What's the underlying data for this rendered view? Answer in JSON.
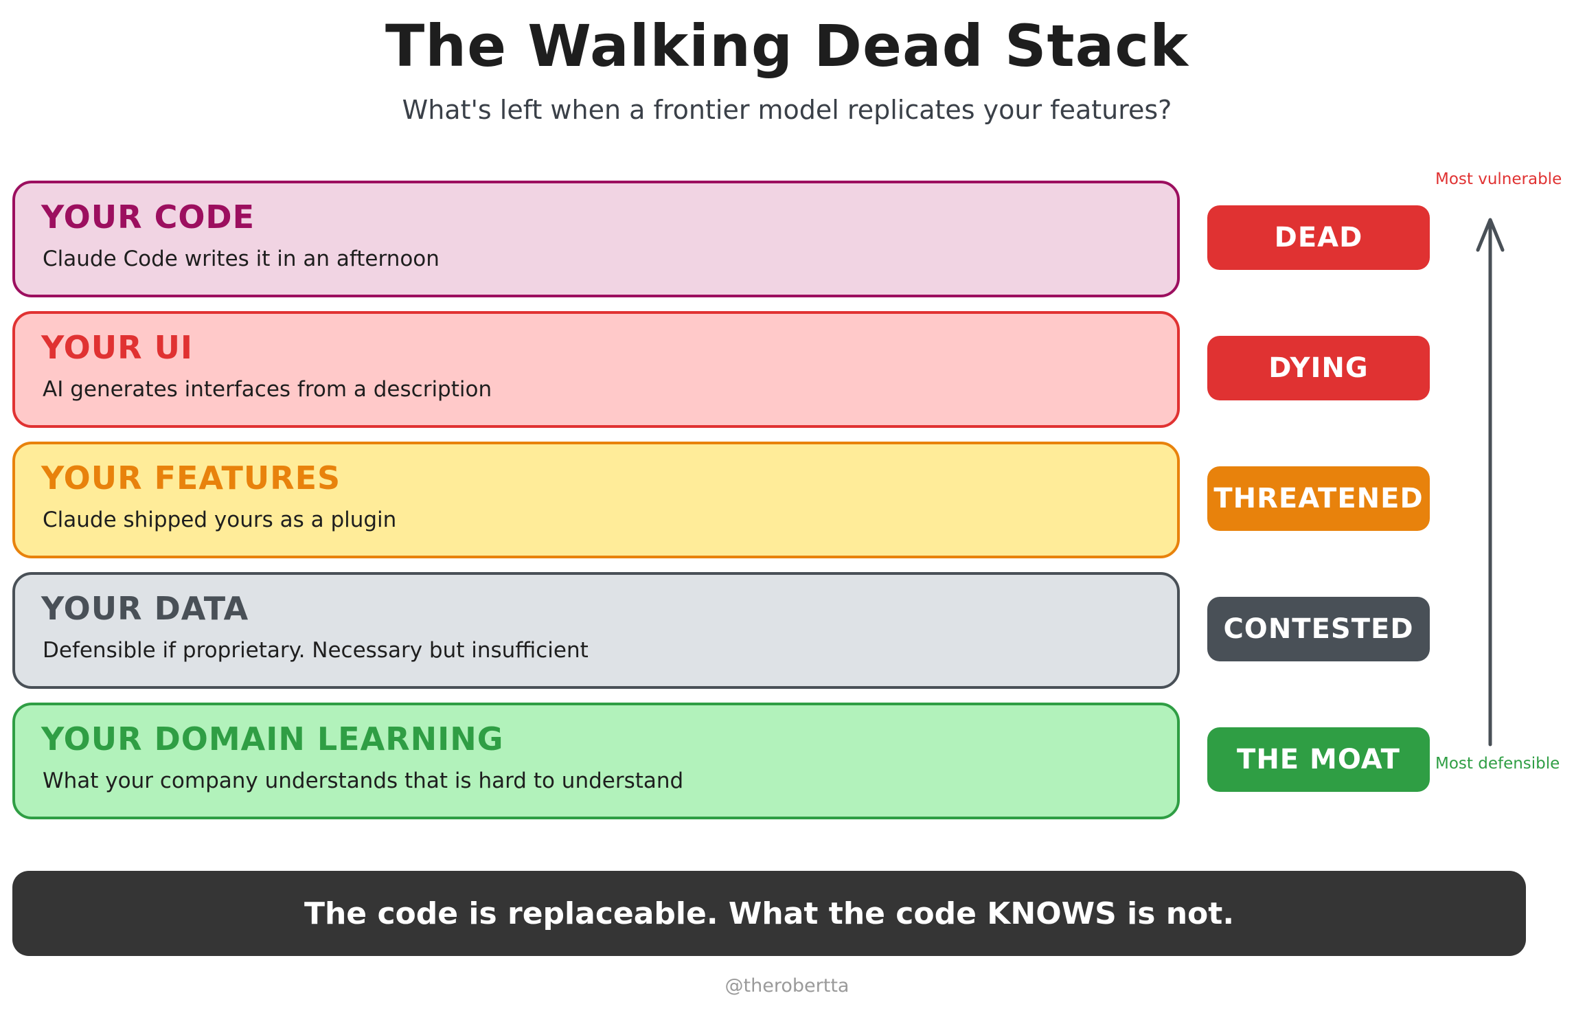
{
  "header": {
    "title": "The Walking Dead Stack",
    "subtitle": "What's left when a frontier model replicates your features?"
  },
  "layers": [
    {
      "title": "YOUR CODE",
      "description": "Claude Code writes it in an afternoon",
      "status": "DEAD",
      "fill": "#f1d4e3",
      "stroke": "#9c0f5f",
      "title_color": "#9c0f5f",
      "badge_color": "#e03232"
    },
    {
      "title": "YOUR UI",
      "description": "AI generates interfaces from a description",
      "status": "DYING",
      "fill": "#ffc9c9",
      "stroke": "#e03232",
      "title_color": "#e03232",
      "badge_color": "#e03232"
    },
    {
      "title": "YOUR FEATURES",
      "description": "Claude shipped yours as a plugin",
      "status": "THREATENED",
      "fill": "#ffec99",
      "stroke": "#e8820c",
      "title_color": "#e8820c",
      "badge_color": "#e8820c"
    },
    {
      "title": "YOUR DATA",
      "description": "Defensible if proprietary. Necessary but insufficient",
      "status": "CONTESTED",
      "fill": "#dee2e6",
      "stroke": "#495057",
      "title_color": "#495057",
      "badge_color": "#495057"
    },
    {
      "title": "YOUR DOMAIN LEARNING",
      "description": "What your company understands that is hard to understand",
      "status": "THE MOAT",
      "fill": "#b2f2bb",
      "stroke": "#2f9e44",
      "title_color": "#2f9e44",
      "badge_color": "#2f9e44"
    }
  ],
  "axis": {
    "top_label": "Most vulnerable",
    "bottom_label": "Most defensible",
    "top_color": "#e03232",
    "bottom_color": "#2f9e44",
    "arrow_color": "#495057"
  },
  "footer": {
    "statement": "The code is replaceable. What the code KNOWS is not.",
    "credit": "@therobertta"
  }
}
